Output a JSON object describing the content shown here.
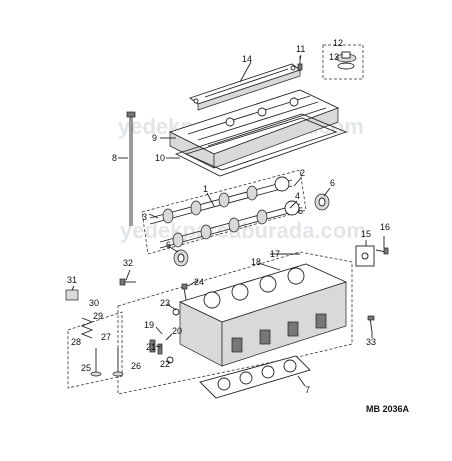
{
  "diagram": {
    "reference": "MB 2036A",
    "watermarks": [
      "yedekparcaburada.com",
      "yedekparcaburada.com"
    ],
    "labels": {
      "n1": "1",
      "n2": "2",
      "n3": "3",
      "n4": "4",
      "n5": "5",
      "n6a": "6",
      "n6b": "6",
      "n7": "7",
      "n8": "8",
      "n9": "9",
      "n10": "10",
      "n11": "11",
      "n12": "12",
      "n13": "13",
      "n14": "14",
      "n15": "15",
      "n16": "16",
      "n17": "17",
      "n18": "18",
      "n19": "19",
      "n20": "20",
      "n21": "21",
      "n22": "22",
      "n23": "23",
      "n24": "24",
      "n25": "25",
      "n26": "26",
      "n27": "27",
      "n28": "28",
      "n29": "29",
      "n30": "30",
      "n31": "31",
      "n32": "32",
      "n33": "33"
    }
  }
}
